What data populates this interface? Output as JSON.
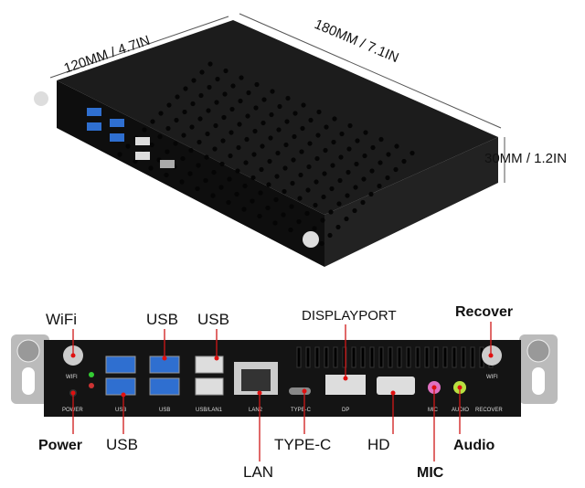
{
  "dimensions": {
    "width": "120MM / 4.7IN",
    "length": "180MM / 7.1IN",
    "height": "30MM / 1.2IN"
  },
  "callouts": {
    "wifi": "WiFi",
    "usb_top_1": "USB",
    "usb_top_2": "USB",
    "displayport": "DISPLAYPORT",
    "recover": "Recover",
    "power": "Power",
    "usb_bottom": "USB",
    "lan": "LAN",
    "type_c": "TYPE-C",
    "hd": "HD",
    "mic": "MIC",
    "audio": "Audio"
  },
  "panel_labels": {
    "wifi_left": "WIFI",
    "power": "POWER",
    "usb1": "USB",
    "usb2": "USB",
    "usb_lan1": "USB/LAN1",
    "lan2": "LAN2",
    "type_c": "TYPE-C",
    "dp": "DP",
    "mic": "MIC",
    "audio": "AUDIO",
    "recover": "RECOVER",
    "wifi_right": "WIFI"
  },
  "colors": {
    "chassis": "#141414",
    "callout_line": "#d01818",
    "usb_blue": "#2f6fd0",
    "mic": "#e070c0",
    "audio": "#b8e040"
  }
}
